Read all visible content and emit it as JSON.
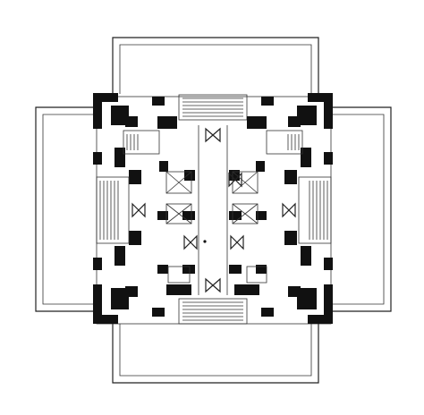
{
  "diagram": {
    "type": "architectural-floor-plan",
    "colors": {
      "ink": "#111111",
      "paper": "#ffffff"
    },
    "symmetry": "bilateral-both-axes",
    "elements": [
      "outer-terrace-north",
      "outer-terrace-south",
      "outer-terrace-west",
      "outer-terrace-east",
      "stair-north",
      "stair-south",
      "stair-west",
      "stair-east",
      "core-west",
      "core-east",
      "central-hall"
    ]
  }
}
